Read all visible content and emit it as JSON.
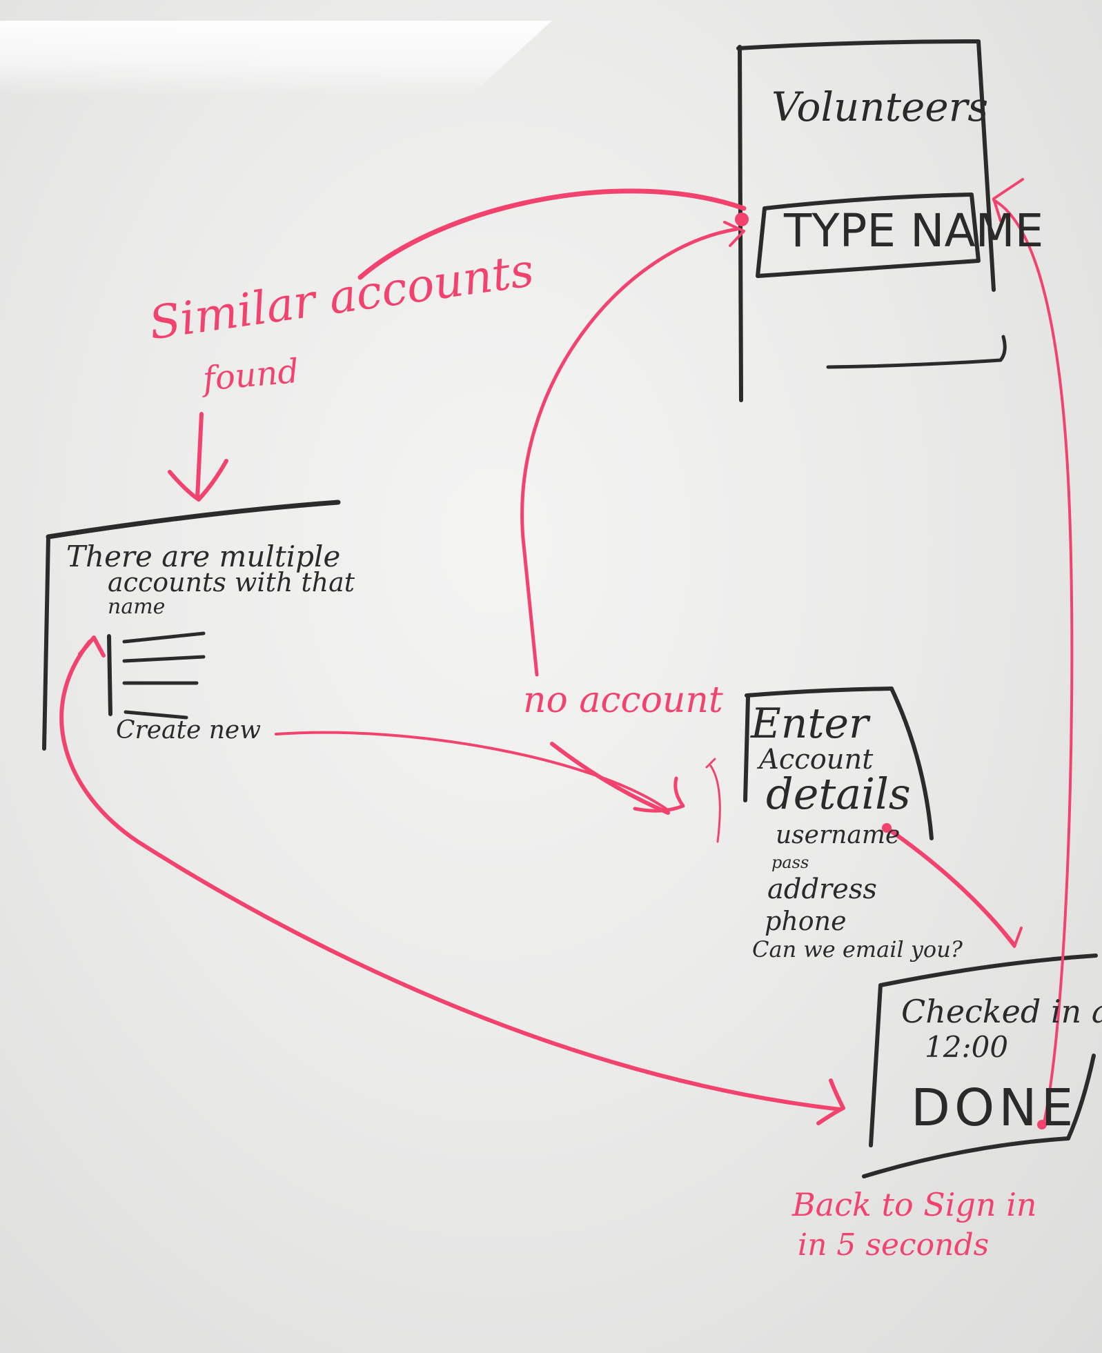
{
  "volunteers_screen": {
    "title": "Volunteers",
    "name_input": "TYPE NAME"
  },
  "similar_accounts_label": {
    "line1": "Similar accounts",
    "line2": "found"
  },
  "multiple_accounts_screen": {
    "line1": "There are multiple",
    "line2": "accounts with that",
    "line3": "name",
    "create_new": "Create new"
  },
  "no_account_label": "no account",
  "enter_details_screen": {
    "line1": "Enter",
    "line2": "Account",
    "line3": "details",
    "fields": [
      "username",
      "pass",
      "address",
      "phone",
      "Can we email you?"
    ]
  },
  "checked_in_screen": {
    "line1": "Checked in at",
    "line2": "12:00",
    "done": "DONE"
  },
  "back_to_sign_in_label": {
    "line1": "Back to Sign in",
    "line2": "in 5 seconds"
  },
  "colors": {
    "marker_black": "#2b2b2b",
    "marker_red": "#f2436f",
    "board": "#efefee"
  }
}
